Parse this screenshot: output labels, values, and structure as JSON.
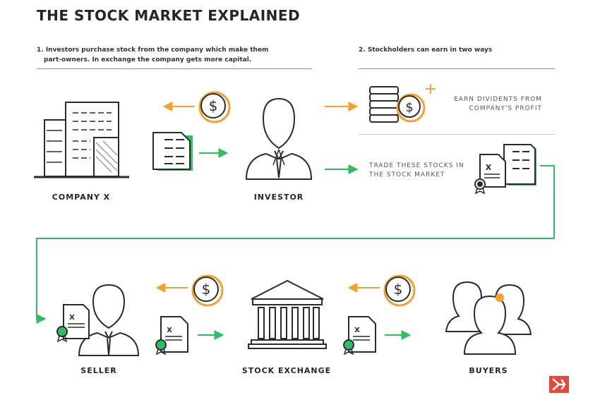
{
  "title": "THE STOCK MARKET EXPLAINED",
  "steps": {
    "one": {
      "line1": "1. Investors purchase stock from the company which make them",
      "line2": "part-owners. In exchange the company gets more capital."
    },
    "two": {
      "line1": "2. Stockholders can earn in two ways"
    }
  },
  "labels": {
    "company": "COMPANY X",
    "investor": "INVESTOR",
    "seller": "SELLER",
    "exchange": "STOCK EXCHANGE",
    "buyers": "BUYERS"
  },
  "earnings": {
    "dividends": {
      "line1": "EARN DIVIDENTS FROM",
      "line2": "COMPANY'S PROFIT"
    },
    "trade": {
      "line1": "TRADE THESE STOCKS IN",
      "line2": "THE STOCK MARKET"
    }
  },
  "glyphs": {
    "dollar": "$",
    "stock_mark": "X",
    "plus": "+"
  },
  "colors": {
    "orange": "#f5a030",
    "green": "#2dbe60",
    "dark": "#2b2b2b",
    "brand_red": "#e8483b"
  }
}
